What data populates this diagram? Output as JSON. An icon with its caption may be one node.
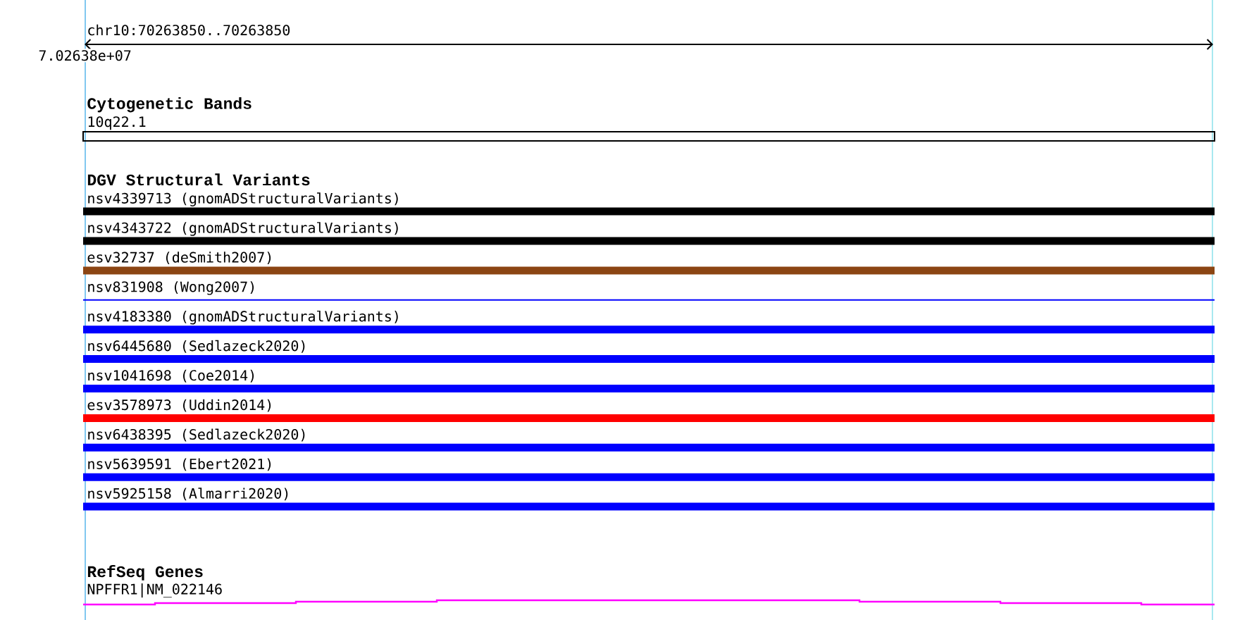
{
  "diagram": {
    "nodes": [
      {
        "text": [
          "10q22.1"
        ]
      },
      {
        "text": [
          "nsv4339713 (gnomADStructuralVariants)"
        ]
      },
      {
        "text": [
          "nsv4343722 (gnomADStructuralVariants)"
        ]
      },
      {
        "text": [
          "esv32737 (deSmith2007)"
        ]
      },
      {
        "text": [
          "nsv831908 (Wong2007)"
        ]
      },
      {
        "text": [
          "nsv4183380 (gnomADStructuralVariants)"
        ]
      },
      {
        "text": [
          "nsv6445680 (Sedlazeck2020)"
        ]
      },
      {
        "text": [
          "nsv1041698 (Coe2014)"
        ]
      },
      {
        "text": [
          "esv3578973 (Uddin2014)"
        ]
      },
      {
        "text": [
          "nsv6438395 (Sedlazeck2020)"
        ]
      },
      {
        "text": [
          "nsv5639591 (Ebert2021)"
        ]
      },
      {
        "text": [
          "nsv5925158 (Almarri2020)"
        ]
      },
      {
        "text": [
          "NPFFR1|NM_022146"
        ]
      }
    ],
    "labels": [
      "chr10:70263850..70263850",
      "7.02638e+07",
      "Cytogenetic Bands",
      "DGV Structural Variants",
      "RefSeq Genes"
    ]
  }
}
